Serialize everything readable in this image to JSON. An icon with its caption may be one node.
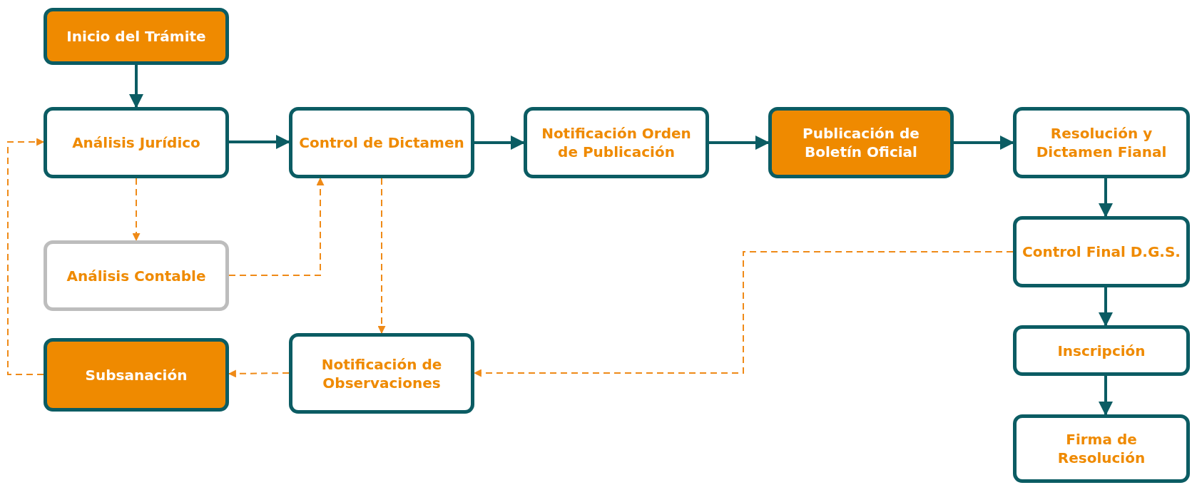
{
  "diagram": {
    "nodes": [
      {
        "text": [
          "Inicio del Trámite"
        ]
      },
      {
        "text": [
          "Análisis Jurídico"
        ]
      },
      {
        "text": [
          "Control de Dictamen"
        ]
      },
      {
        "text": [
          "Notificación Orden de Publicación"
        ]
      },
      {
        "text": [
          "Publicación de Boletín Oficial"
        ]
      },
      {
        "text": [
          "Resolución y Dictamen Fianal"
        ]
      },
      {
        "text": [
          "Análisis Contable"
        ]
      },
      {
        "text": [
          "Control Final D.G.S."
        ]
      },
      {
        "text": [
          "Subsanación"
        ]
      },
      {
        "text": [
          "Notificación de Observaciones"
        ]
      },
      {
        "text": [
          "Inscripción"
        ]
      },
      {
        "text": [
          "Firma de Resolución"
        ]
      }
    ],
    "edges": [
      {
        "from": 0,
        "to": 1,
        "arrow": "to"
      },
      {
        "from": 1,
        "to": 2,
        "arrow": "to"
      },
      {
        "from": 2,
        "to": 3,
        "arrow": "to"
      },
      {
        "from": 3,
        "to": 4,
        "arrow": "to"
      },
      {
        "from": 4,
        "to": 5,
        "arrow": "to"
      },
      {
        "from": 5,
        "to": 7,
        "arrow": "to"
      },
      {
        "from": 7,
        "to": 10,
        "arrow": "to"
      },
      {
        "from": 10,
        "to": 11,
        "arrow": "to"
      },
      {
        "from": 1,
        "to": 6,
        "arrow": "to",
        "style": "dashed",
        "color": "#ef8a17"
      },
      {
        "from": 6,
        "to": 2,
        "arrow": "to",
        "style": "dashed",
        "color": "#ef8a17"
      },
      {
        "from": 2,
        "to": 9,
        "arrow": "to",
        "style": "dashed",
        "color": "#ef8a17"
      },
      {
        "from": 7,
        "to": 9,
        "arrow": "to",
        "style": "dashed",
        "color": "#ef8a17"
      },
      {
        "from": 9,
        "to": 8,
        "arrow": "to",
        "style": "dashed",
        "color": "#ef8a17"
      },
      {
        "from": 8,
        "to": 1,
        "arrow": "to",
        "style": "dashed",
        "color": "#ef8a17"
      }
    ]
  }
}
